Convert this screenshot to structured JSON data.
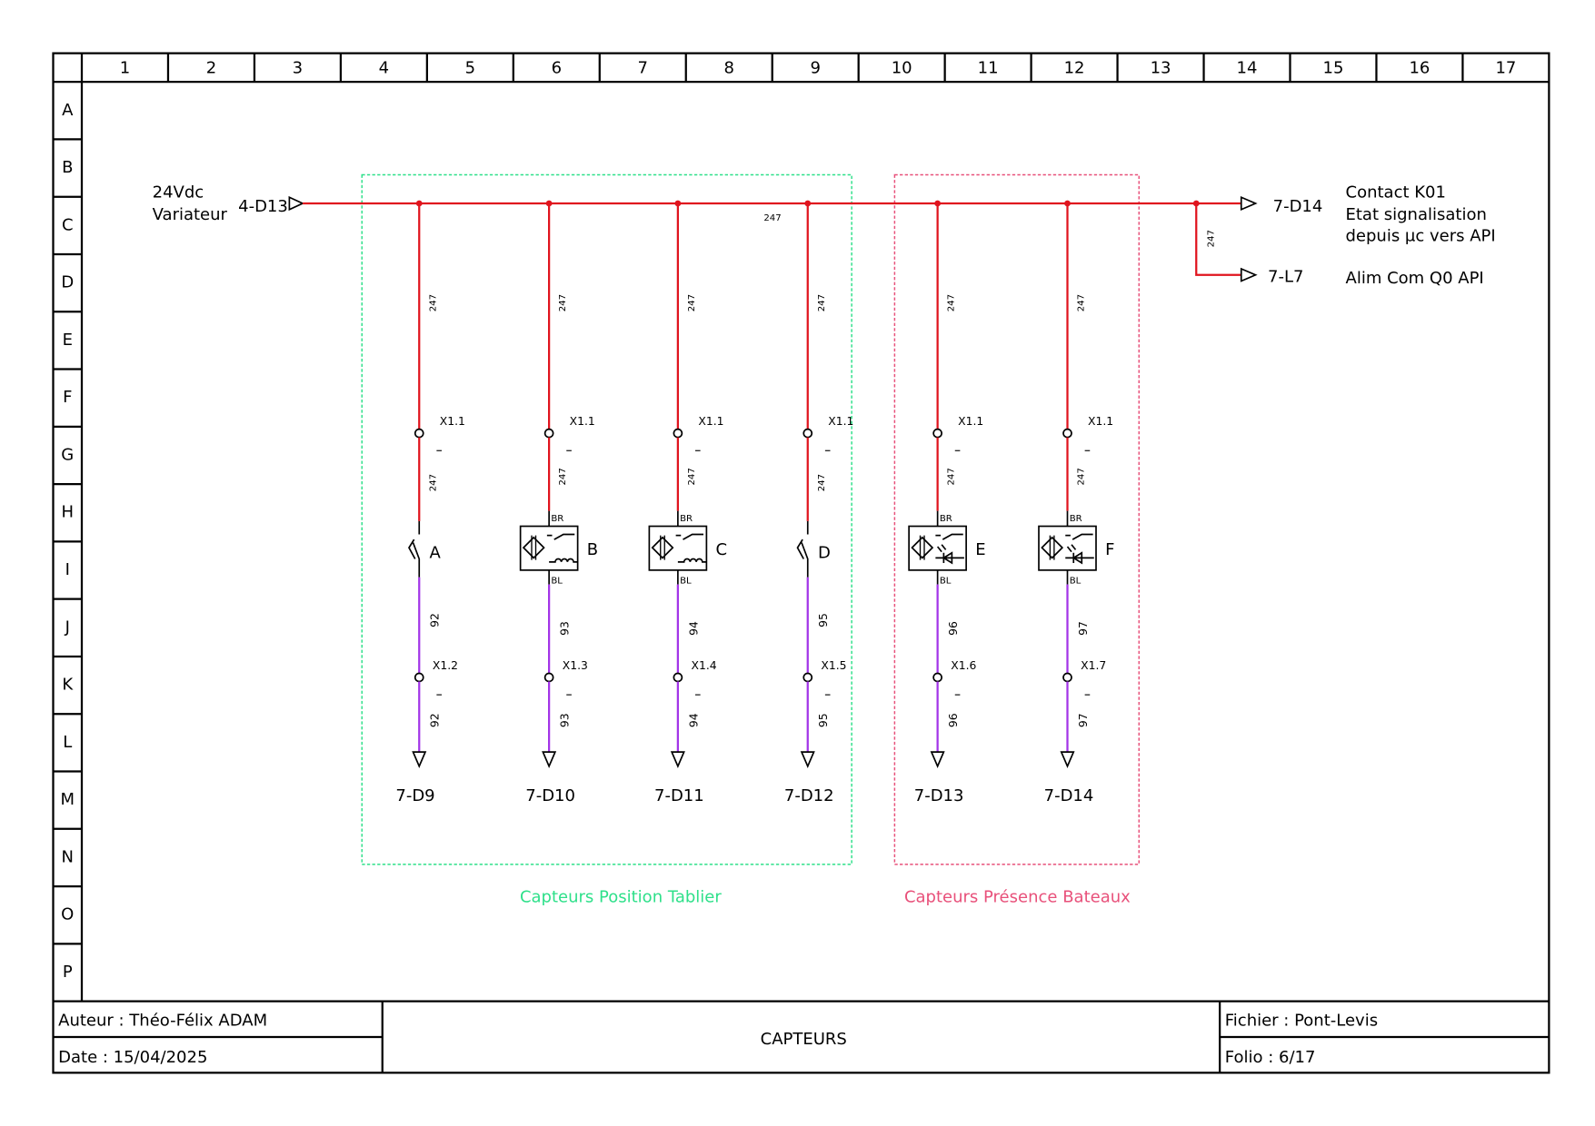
{
  "columns": [
    "1",
    "2",
    "3",
    "4",
    "5",
    "6",
    "7",
    "8",
    "9",
    "10",
    "11",
    "12",
    "13",
    "14",
    "15",
    "16",
    "17"
  ],
  "rows": [
    "A",
    "B",
    "C",
    "D",
    "E",
    "F",
    "G",
    "H",
    "I",
    "J",
    "K",
    "L",
    "M",
    "N",
    "O",
    "P"
  ],
  "source": {
    "line1": "24Vdc",
    "line2": "Variateur",
    "ref": "4-D13"
  },
  "bus_wire": "247",
  "outputs": [
    {
      "ref": "7-D14",
      "desc": [
        "Contact K01",
        "Etat signalisation",
        "depuis µc vers API"
      ]
    },
    {
      "ref": "7-L7",
      "desc": [
        "Alim Com Q0 API"
      ],
      "wire": "247"
    }
  ],
  "branches": [
    {
      "id": "A",
      "type": "switch",
      "top_terminal": "X1.1",
      "top_wire": "247",
      "wire": "92",
      "bottom_terminal": "X1.2",
      "dest": "7-D9"
    },
    {
      "id": "B",
      "type": "inductive",
      "top_terminal": "X1.1",
      "top_wire": "247",
      "wire": "93",
      "bottom_terminal": "X1.3",
      "dest": "7-D10",
      "pin_top": "BR",
      "pin_bottom": "BL"
    },
    {
      "id": "C",
      "type": "inductive",
      "top_terminal": "X1.1",
      "top_wire": "247",
      "wire": "94",
      "bottom_terminal": "X1.4",
      "dest": "7-D11",
      "pin_top": "BR",
      "pin_bottom": "BL"
    },
    {
      "id": "D",
      "type": "switch",
      "top_terminal": "X1.1",
      "top_wire": "247",
      "wire": "95",
      "bottom_terminal": "X1.5",
      "dest": "7-D12"
    },
    {
      "id": "E",
      "type": "optical",
      "top_terminal": "X1.1",
      "top_wire": "247",
      "wire": "96",
      "bottom_terminal": "X1.6",
      "dest": "7-D13",
      "pin_top": "BR",
      "pin_bottom": "BL"
    },
    {
      "id": "F",
      "type": "optical",
      "top_terminal": "X1.1",
      "top_wire": "247",
      "wire": "97",
      "bottom_terminal": "X1.7",
      "dest": "7-D14",
      "pin_top": "BR",
      "pin_bottom": "BL"
    }
  ],
  "groups": {
    "position": {
      "label": "Capteurs Position Tablier",
      "color": "#2ee08a"
    },
    "presence": {
      "label": "Capteurs Présence Bateaux",
      "color": "#e8507a"
    }
  },
  "colors": {
    "supply": "#e0141e",
    "signal": "#a335e8"
  },
  "title_block": {
    "author": "Auteur : Théo-Félix ADAM",
    "date": "Date : 15/04/2025",
    "title": "CAPTEURS",
    "file": "Fichier : Pont-Levis",
    "folio": "Folio : 6/17"
  }
}
